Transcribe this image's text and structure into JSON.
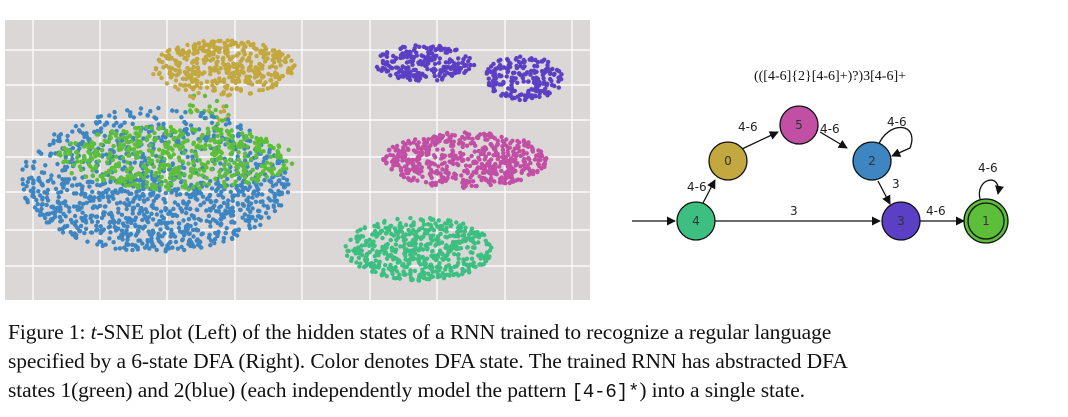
{
  "diagram": {
    "regex": "(([4-6]{2}[4-6]+)?)3[4-6]+",
    "states": [
      {
        "id": "0",
        "color": "#c2a83e"
      },
      {
        "id": "5",
        "color": "#c14fa4"
      },
      {
        "id": "2",
        "color": "#3e86c2"
      },
      {
        "id": "4",
        "color": "#3cbf80"
      },
      {
        "id": "3",
        "color": "#5b3fc4"
      },
      {
        "id": "1",
        "color": "#5dbe3a",
        "accepting": true
      }
    ],
    "edges": [
      {
        "from": "4",
        "to": "0",
        "label": "4-6"
      },
      {
        "from": "0",
        "to": "5",
        "label": "4-6"
      },
      {
        "from": "5",
        "to": "2",
        "label": "4-6"
      },
      {
        "from": "2",
        "to": "2",
        "label": "4-6"
      },
      {
        "from": "2",
        "to": "3",
        "label": "3"
      },
      {
        "from": "4",
        "to": "3",
        "label": "3"
      },
      {
        "from": "3",
        "to": "1",
        "label": "4-6"
      },
      {
        "from": "1",
        "to": "1",
        "label": "4-6"
      }
    ]
  },
  "tsne": {
    "background": "#dcd7d7",
    "clusters": [
      {
        "state": "0",
        "color": "#c2a83e"
      },
      {
        "state": "3",
        "color": "#5b3fc4"
      },
      {
        "state": "5",
        "color": "#c14fa4"
      },
      {
        "state": "4",
        "color": "#3cbf80"
      },
      {
        "state": "2",
        "color": "#3e86c2"
      },
      {
        "state": "1",
        "color": "#5dbe3a"
      }
    ]
  },
  "caption": {
    "prefix": "Figure 1: ",
    "tsne_italic": "t",
    "line1_rest": "-SNE plot (Left) of the hidden states of a RNN trained to recognize a regular language",
    "line2": "specified by a 6-state DFA (Right). Color denotes DFA state. The trained RNN has abstracted DFA",
    "line3_before": "states 1(green) and 2(blue) (each independently model the pattern ",
    "line3_code": "[4-6]*",
    "line3_after": ") into a single state."
  }
}
